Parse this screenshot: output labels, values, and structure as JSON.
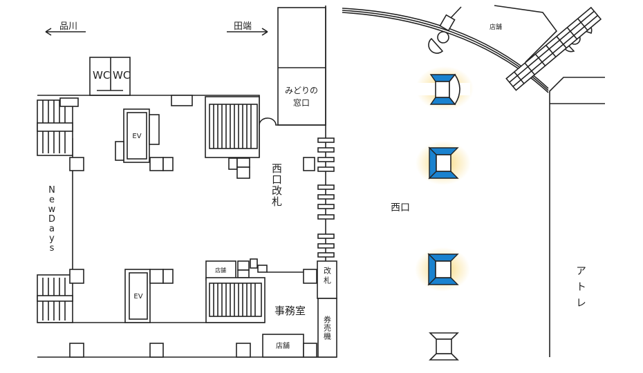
{
  "directions": {
    "left": "品川",
    "right": "田端"
  },
  "facilities": {
    "wc1": "WC",
    "wc2": "WC",
    "ev_upper": "EV",
    "ev_lower": "EV",
    "midori_line1": "みどりの",
    "midori_line2": "窓口",
    "west_gate": "西口改札",
    "newdays": "NewDays",
    "west_exit": "西口",
    "atre": "アトレ",
    "gate_small": "改札",
    "ticket_machines": "券売機",
    "office": "事務室",
    "shop_top": "店舗",
    "shop_small": "店舗",
    "shop_bottom": "店舗"
  },
  "colors": {
    "escalator": "#1a82cf",
    "glow": "#f7d36a"
  }
}
